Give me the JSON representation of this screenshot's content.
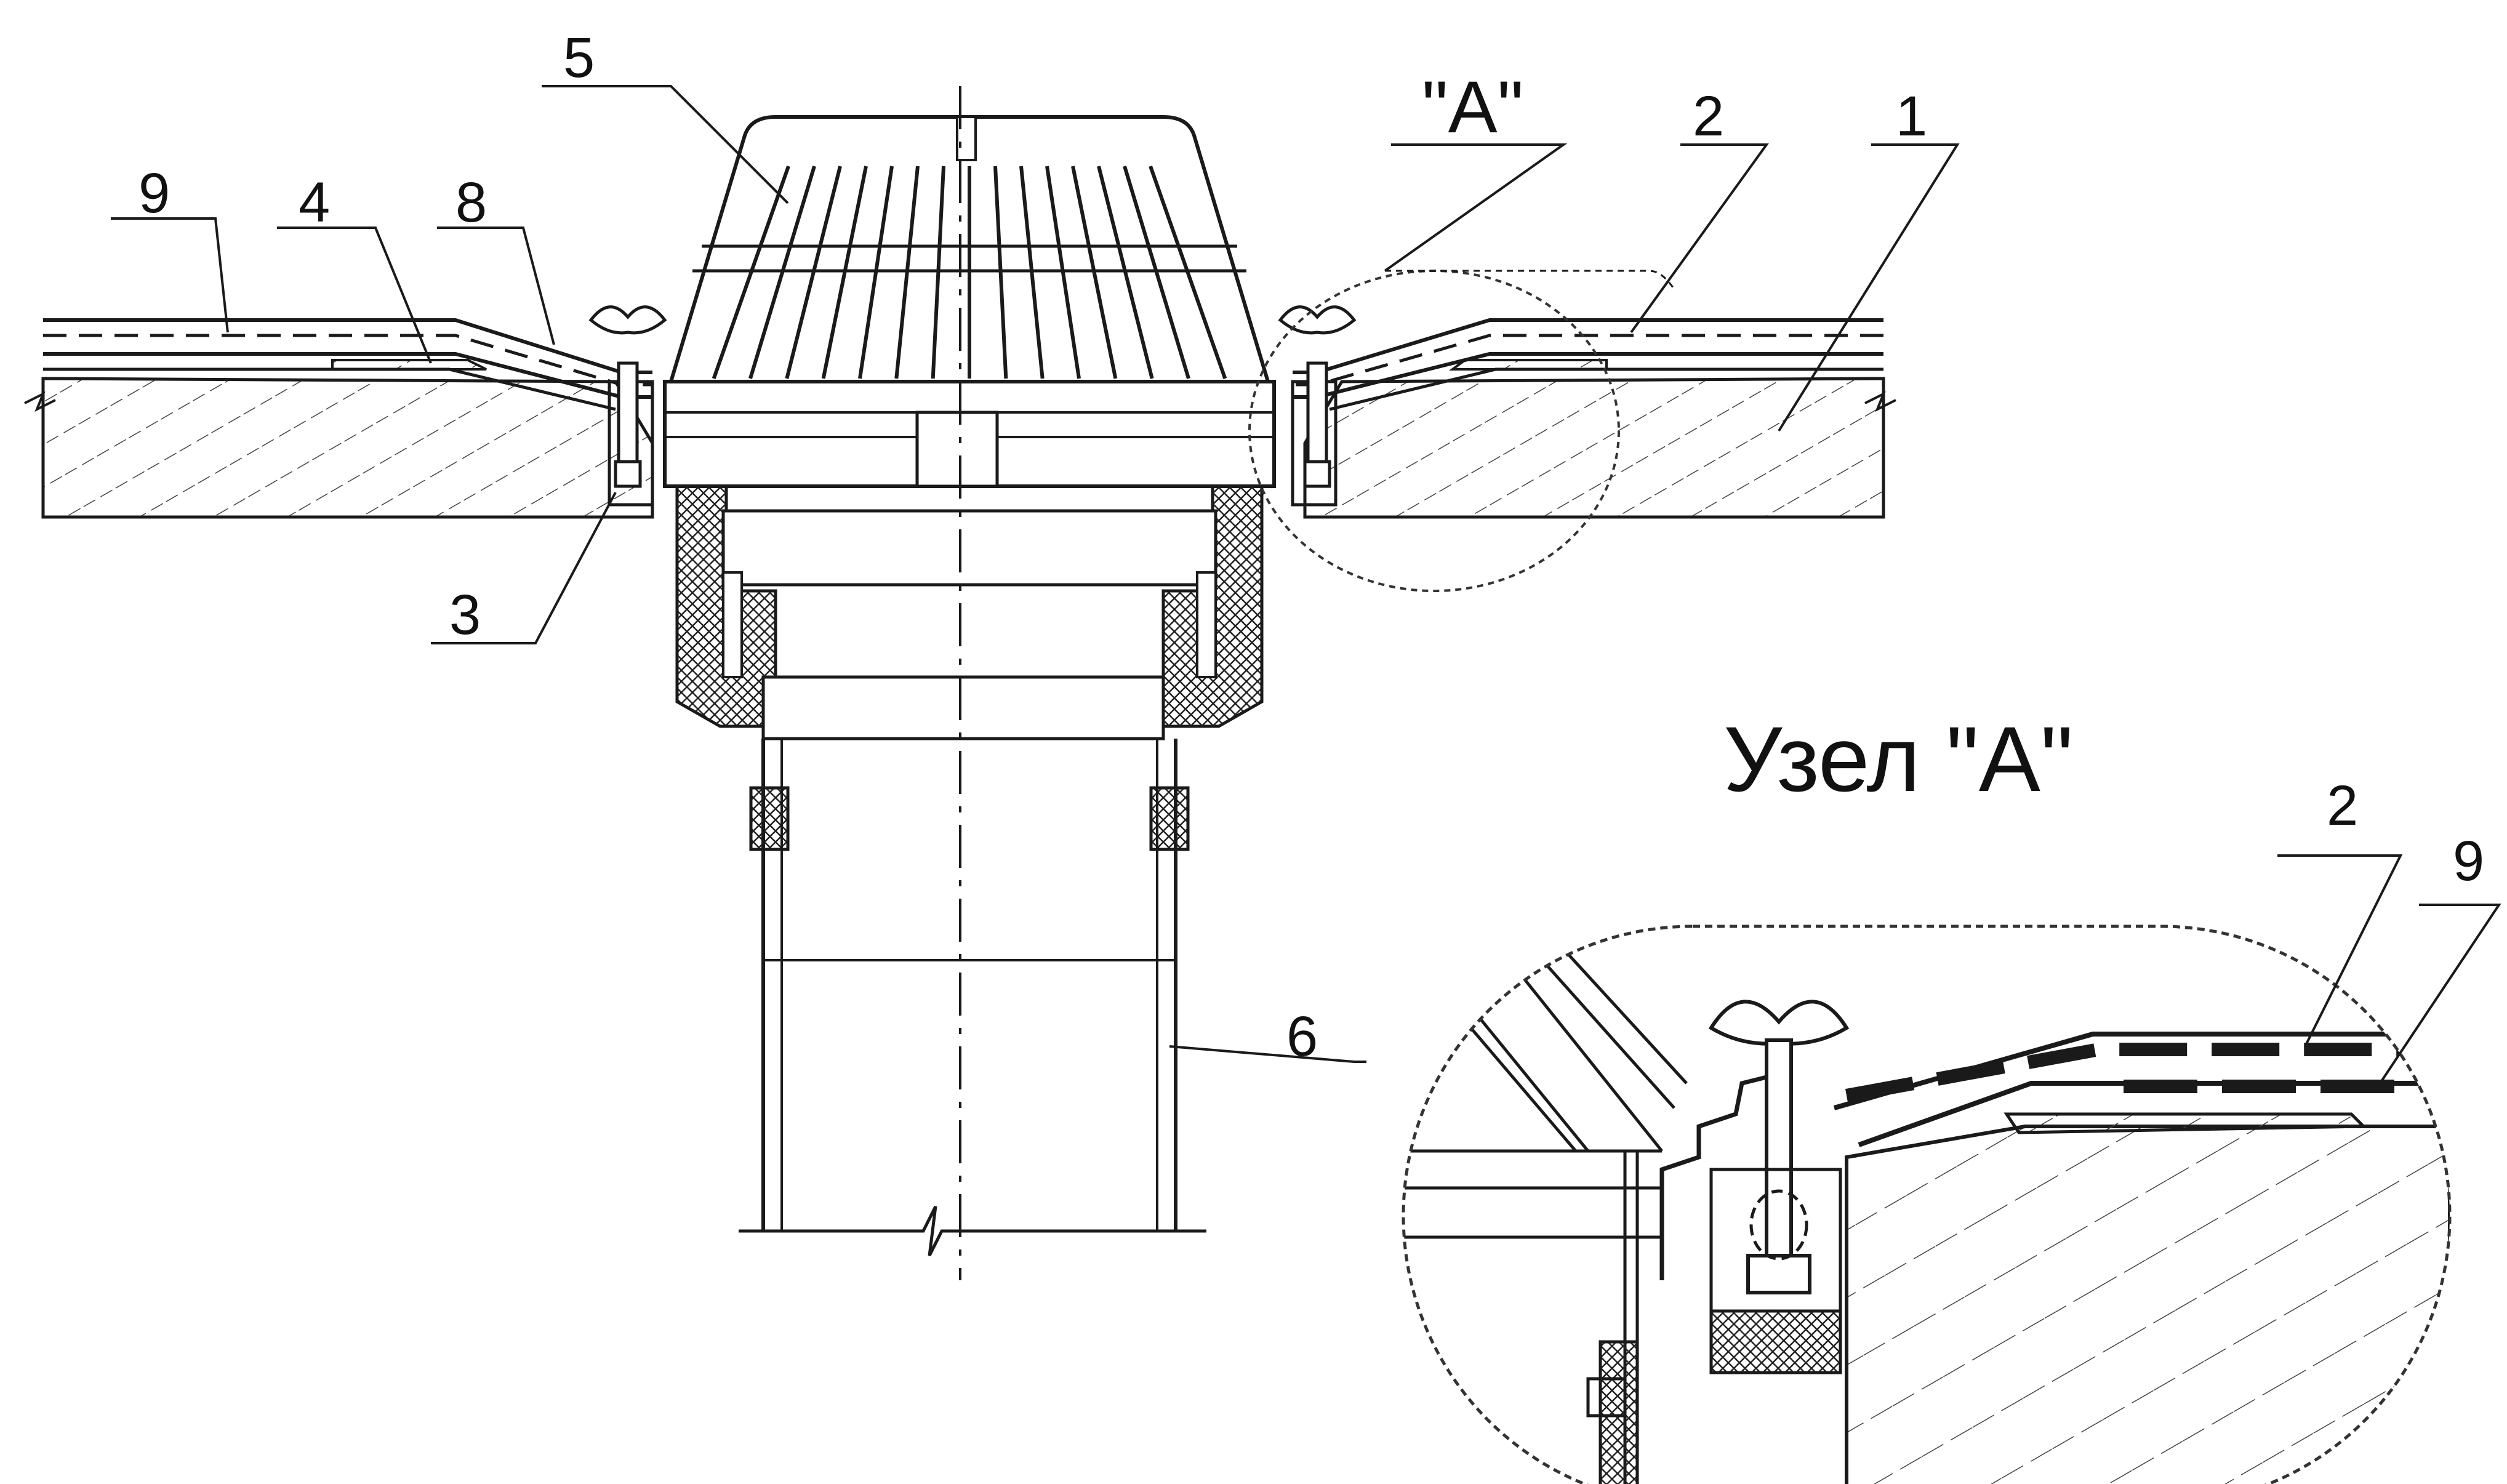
{
  "colors": {
    "ink": "#1a1a1a",
    "paper": "#ffffff"
  },
  "labels": {
    "main": {
      "n1": "1",
      "n2": "2",
      "n3": "3",
      "n4": "4",
      "n5": "5",
      "n6": "6",
      "n8": "8",
      "n9": "9",
      "detail_mark": "\"А\""
    },
    "detail": {
      "title": "Узел \"А\"",
      "n2": "2",
      "n9": "9"
    }
  }
}
